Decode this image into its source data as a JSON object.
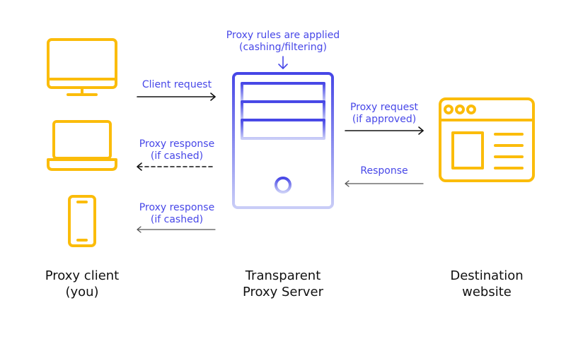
{
  "colors": {
    "device": "#fbbc0a",
    "server": "#4646e6",
    "label": "#4747e8",
    "arrow_dark": "#111111",
    "arrow_gray": "#555555",
    "text": "#111111"
  },
  "labels": {
    "proxy_rules": {
      "line1": "Proxy rules are applied",
      "line2": "(cashing/filtering)"
    },
    "client_request": "Client request",
    "proxy_response_1": {
      "line1": "Proxy response",
      "line2": "(if cashed)"
    },
    "proxy_response_2": {
      "line1": "Proxy response",
      "line2": "(if cashed)"
    },
    "proxy_request": {
      "line1": "Proxy request",
      "line2": "(if approved)"
    },
    "response": "Response"
  },
  "nodes": {
    "client": {
      "line1": "Proxy client",
      "line2": "(you)",
      "icons": [
        "desktop-monitor-icon",
        "laptop-icon",
        "smartphone-icon"
      ]
    },
    "server": {
      "line1": "Transparent",
      "line2": "Proxy Server",
      "icon": "server-tower-icon"
    },
    "destination": {
      "line1": "Destination",
      "line2": "website",
      "icon": "browser-window-icon"
    }
  }
}
